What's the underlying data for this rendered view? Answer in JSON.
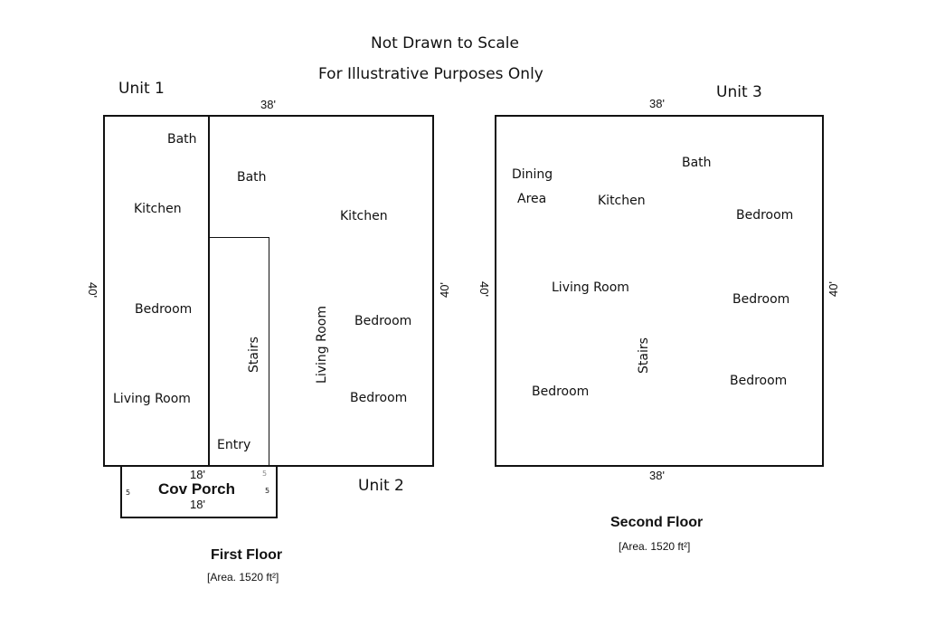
{
  "notes": {
    "line1": "Not Drawn to Scale",
    "line2": "For Illustrative Purposes Only"
  },
  "first_floor": {
    "label": "First Floor",
    "area": "[Area. 1520 ft²]",
    "dim_top": "38'",
    "dim_left": "40'",
    "dim_right": "40'",
    "unit1": {
      "label": "Unit 1",
      "rooms": {
        "bath": "Bath",
        "kitchen": "Kitchen",
        "bedroom": "Bedroom",
        "living": "Living Room"
      }
    },
    "unit2": {
      "label": "Unit 2",
      "rooms": {
        "bath": "Bath",
        "kitchen": "Kitchen",
        "stairs": "Stairs",
        "living": "Living Room",
        "bedroom1": "Bedroom",
        "bedroom2": "Bedroom",
        "entry": "Entry"
      }
    },
    "porch": {
      "label": "Cov Porch",
      "dim_top": "18'",
      "dim_bottom": "18'",
      "side_left": "5",
      "side_right": "5",
      "corner_mark": "5"
    }
  },
  "second_floor": {
    "label": "Second Floor",
    "area": "[Area. 1520 ft²]",
    "dim_top": "38'",
    "dim_bottom": "38'",
    "dim_left": "40'",
    "dim_right": "40'",
    "unit3": {
      "label": "Unit 3",
      "rooms": {
        "dining1": "Dining",
        "dining2": "Area",
        "bath": "Bath",
        "kitchen": "Kitchen",
        "bedroom1": "Bedroom",
        "living": "Living Room",
        "bedroom2": "Bedroom",
        "stairs": "Stairs",
        "bedroom3": "Bedroom",
        "bedroom4": "Bedroom"
      }
    }
  }
}
